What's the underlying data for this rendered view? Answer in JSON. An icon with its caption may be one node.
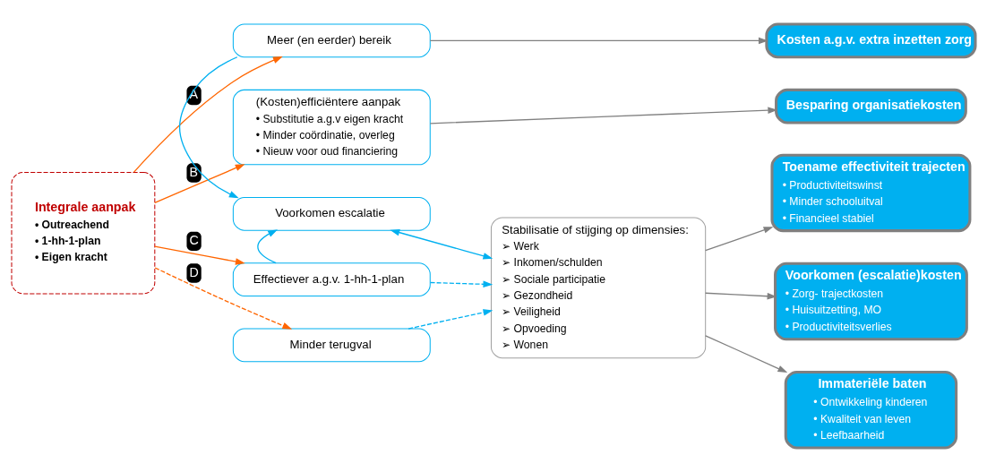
{
  "diagram": {
    "nodes": [
      {
        "text": [
          "Integrale aanpak",
          "• Outreachend",
          "• 1-hh-1-plan",
          "• Eigen kracht"
        ]
      },
      {
        "text": [
          "Meer (en eerder) bereik"
        ]
      },
      {
        "text": [
          "(Kosten)efficiëntere aanpak",
          "• Substitutie a.g.v eigen kracht",
          "• Minder coördinatie, overleg",
          "• Nieuw voor oud financiering"
        ]
      },
      {
        "text": [
          "Voorkomen escalatie"
        ]
      },
      {
        "text": [
          "Effectiever a.g.v. 1-hh-1-plan"
        ]
      },
      {
        "text": [
          "Minder terugval"
        ]
      },
      {
        "text": [
          "Stabilisatie of stijging op dimensies:",
          "➢ Werk",
          "➢ Inkomen/schulden",
          "➢ Sociale participatie",
          "➢ Gezondheid",
          "➢ Veiligheid",
          "➢ Opvoeding",
          "➢ Wonen"
        ]
      },
      {
        "text": [
          "Kosten a.g.v. extra inzetten zorg"
        ]
      },
      {
        "text": [
          "Besparing organisatiekosten"
        ]
      },
      {
        "text": [
          "Toename effectiviteit trajecten",
          "• Productiviteitswinst",
          "• Minder schooluitval",
          "• Financieel stabiel"
        ]
      },
      {
        "text": [
          "Voorkomen (escalatie)kosten",
          "• Zorg- trajectkosten",
          "• Huisuitzetting, MO",
          "• Productiviteitsverlies"
        ]
      },
      {
        "text": [
          "Immateriële baten",
          "• Ontwikkeling kinderen",
          "• Kwaliteit van leven",
          "• Leefbaarheid"
        ]
      }
    ],
    "edges": [
      {
        "from": 0,
        "to": 1,
        "arrow": "to",
        "label": "A",
        "color": "#ff6600"
      },
      {
        "from": 0,
        "to": 2,
        "arrow": "to",
        "label": "B",
        "color": "#ff6600"
      },
      {
        "from": 0,
        "to": 4,
        "arrow": "to",
        "label": "C",
        "color": "#ff6600"
      },
      {
        "from": 0,
        "to": 5,
        "arrow": "to",
        "label": "D",
        "color": "#ff6600",
        "style": "dashed"
      },
      {
        "from": 1,
        "to": 7,
        "arrow": "to",
        "color": "#808080"
      },
      {
        "from": 1,
        "to": 3,
        "arrow": "to",
        "color": "#00b0f0"
      },
      {
        "from": 2,
        "to": 8,
        "arrow": "to",
        "color": "#808080"
      },
      {
        "from": 4,
        "to": 3,
        "arrow": "to",
        "color": "#00b0f0"
      },
      {
        "from": 3,
        "to": 6,
        "arrow": "both",
        "color": "#00b0f0"
      },
      {
        "from": 4,
        "to": 6,
        "arrow": "to",
        "style": "dashed",
        "color": "#00b0f0"
      },
      {
        "from": 5,
        "to": 6,
        "arrow": "to",
        "style": "dashed",
        "color": "#00b0f0"
      },
      {
        "from": 6,
        "to": 9,
        "arrow": "to",
        "color": "#808080"
      },
      {
        "from": 6,
        "to": 10,
        "arrow": "to",
        "color": "#808080"
      },
      {
        "from": 6,
        "to": 11,
        "arrow": "to",
        "color": "#808080"
      }
    ]
  }
}
